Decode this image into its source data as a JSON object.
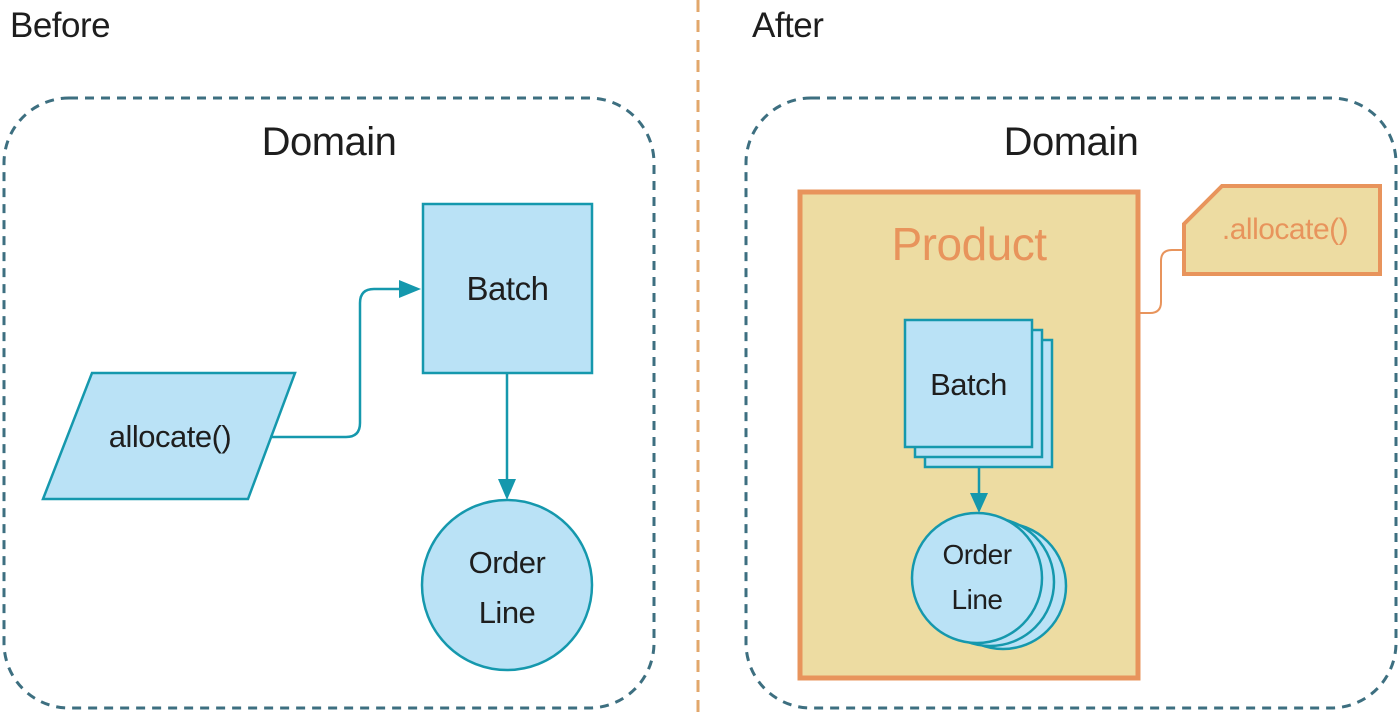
{
  "panels": {
    "before": {
      "label": "Before",
      "domain_title": "Domain",
      "allocate_node": "allocate()",
      "batch_node": "Batch",
      "order_line_node": {
        "line1": "Order",
        "line2": "Line"
      }
    },
    "after": {
      "label": "After",
      "domain_title": "Domain",
      "product_aggregate": "Product",
      "batch_node": "Batch",
      "order_line_node": {
        "line1": "Order",
        "line2": "Line"
      },
      "allocate_tag": ".allocate()"
    }
  },
  "colors": {
    "node_fill": "#bae2f6",
    "node_stroke": "#1598ad",
    "aggregate_fill": "#eddca2",
    "aggregate_stroke": "#e8945c",
    "aggregate_text": "#e8945c",
    "domain_border_dash": "#3d6f80",
    "divider_dash": "#e2a76b",
    "text": "#1e1e1e",
    "background": "#ffffff"
  }
}
